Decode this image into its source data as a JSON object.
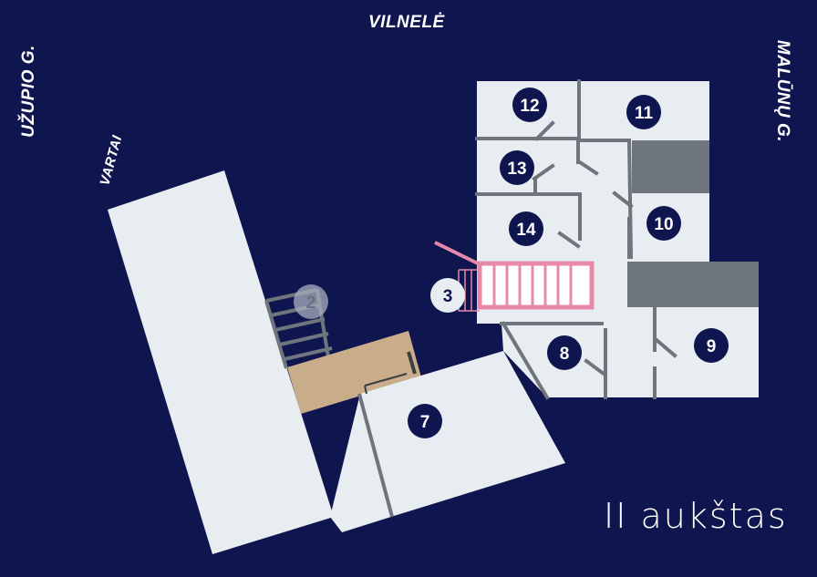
{
  "streets": {
    "top": "VILNELĖ",
    "left": "UŽUPIO G.",
    "right": "MALŪNŲ G.",
    "gate": "VARTAI"
  },
  "floor_label": "II aukštas",
  "rooms": [
    {
      "id": "2",
      "label": "2",
      "style": "faded"
    },
    {
      "id": "3",
      "label": "3",
      "style": "light"
    },
    {
      "id": "7",
      "label": "7",
      "style": "dark"
    },
    {
      "id": "8",
      "label": "8",
      "style": "dark"
    },
    {
      "id": "9",
      "label": "9",
      "style": "dark"
    },
    {
      "id": "10",
      "label": "10",
      "style": "dark"
    },
    {
      "id": "11",
      "label": "11",
      "style": "dark"
    },
    {
      "id": "12",
      "label": "12",
      "style": "dark"
    },
    {
      "id": "13",
      "label": "13",
      "style": "dark"
    },
    {
      "id": "14",
      "label": "14",
      "style": "dark"
    }
  ],
  "colors": {
    "background": "#0f154e",
    "room_fill": "#e8edf2",
    "wall": "#6e757c",
    "stair_pink": "#e68aa8",
    "terrace": "#c9ad8b",
    "badge_dark": "#0f154e",
    "badge_light": "#e8edf2"
  }
}
